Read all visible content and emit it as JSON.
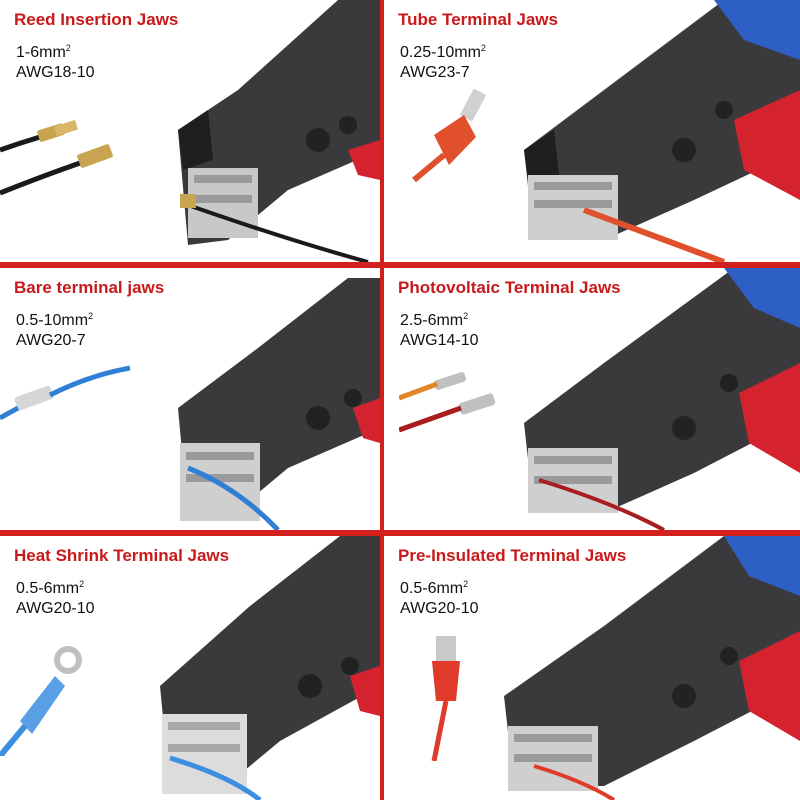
{
  "panels": [
    {
      "title": "Reed Insertion Jaws",
      "range": "1-6mm",
      "range_sup": "2",
      "awg": "AWG18-10",
      "jaw_type": "reed",
      "wire_color": "#1a1a1a"
    },
    {
      "title": "Tube Terminal Jaws",
      "range": "0.25-10mm",
      "range_sup": "2",
      "awg": "AWG23-7",
      "jaw_type": "tube",
      "wire_color": "#e0502a"
    },
    {
      "title": "Bare terminal jaws",
      "range": "0.5-10mm",
      "range_sup": "2",
      "awg": "AWG20-7",
      "jaw_type": "bare",
      "wire_color": "#2f7fd6"
    },
    {
      "title": "Photovoltaic Terminal Jaws",
      "range": "2.5-6mm",
      "range_sup": "2",
      "awg": "AWG14-10",
      "jaw_type": "photovoltaic",
      "wire_color": "#a81d1d"
    },
    {
      "title": "Heat Shrink Terminal Jaws",
      "range": "0.5-6mm",
      "range_sup": "2",
      "awg": "AWG20-10",
      "jaw_type": "heat-shrink",
      "wire_color": "#3c8ee0"
    },
    {
      "title": "Pre-Insulated Terminal Jaws",
      "range": "0.5-6mm",
      "range_sup": "2",
      "awg": "AWG20-10",
      "jaw_type": "pre-insulated",
      "wire_color": "#e03a2a"
    }
  ],
  "colors": {
    "accent": "#d41f1f",
    "title": "#c8191b",
    "tool_body": "#3a3a3d",
    "tool_dark": "#1f1f21",
    "handle_blue": "#2d5fc4",
    "handle_red": "#d4232e"
  }
}
